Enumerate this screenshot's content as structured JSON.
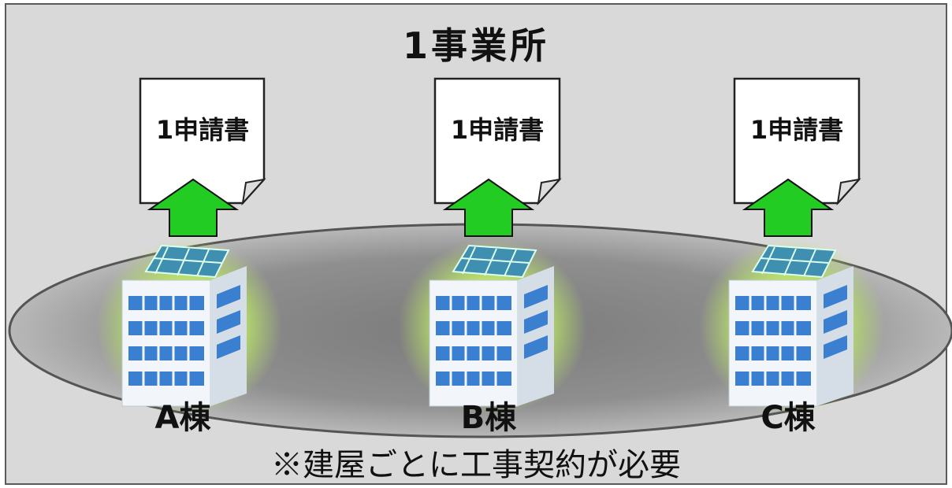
{
  "title": "1事業所",
  "documents": [
    {
      "label": "1申請書"
    },
    {
      "label": "1申請書"
    },
    {
      "label": "1申請書"
    }
  ],
  "buildings": [
    {
      "label": "A棟"
    },
    {
      "label": "B棟"
    },
    {
      "label": "C棟"
    }
  ],
  "note": "※建屋ごとに工事契約が必要",
  "colors": {
    "background": "#d9d9d9",
    "arrow": "#22cc22",
    "glow": "#b8e06a",
    "ellipse": "#8c8c8c",
    "window": "#3a7fd0"
  }
}
